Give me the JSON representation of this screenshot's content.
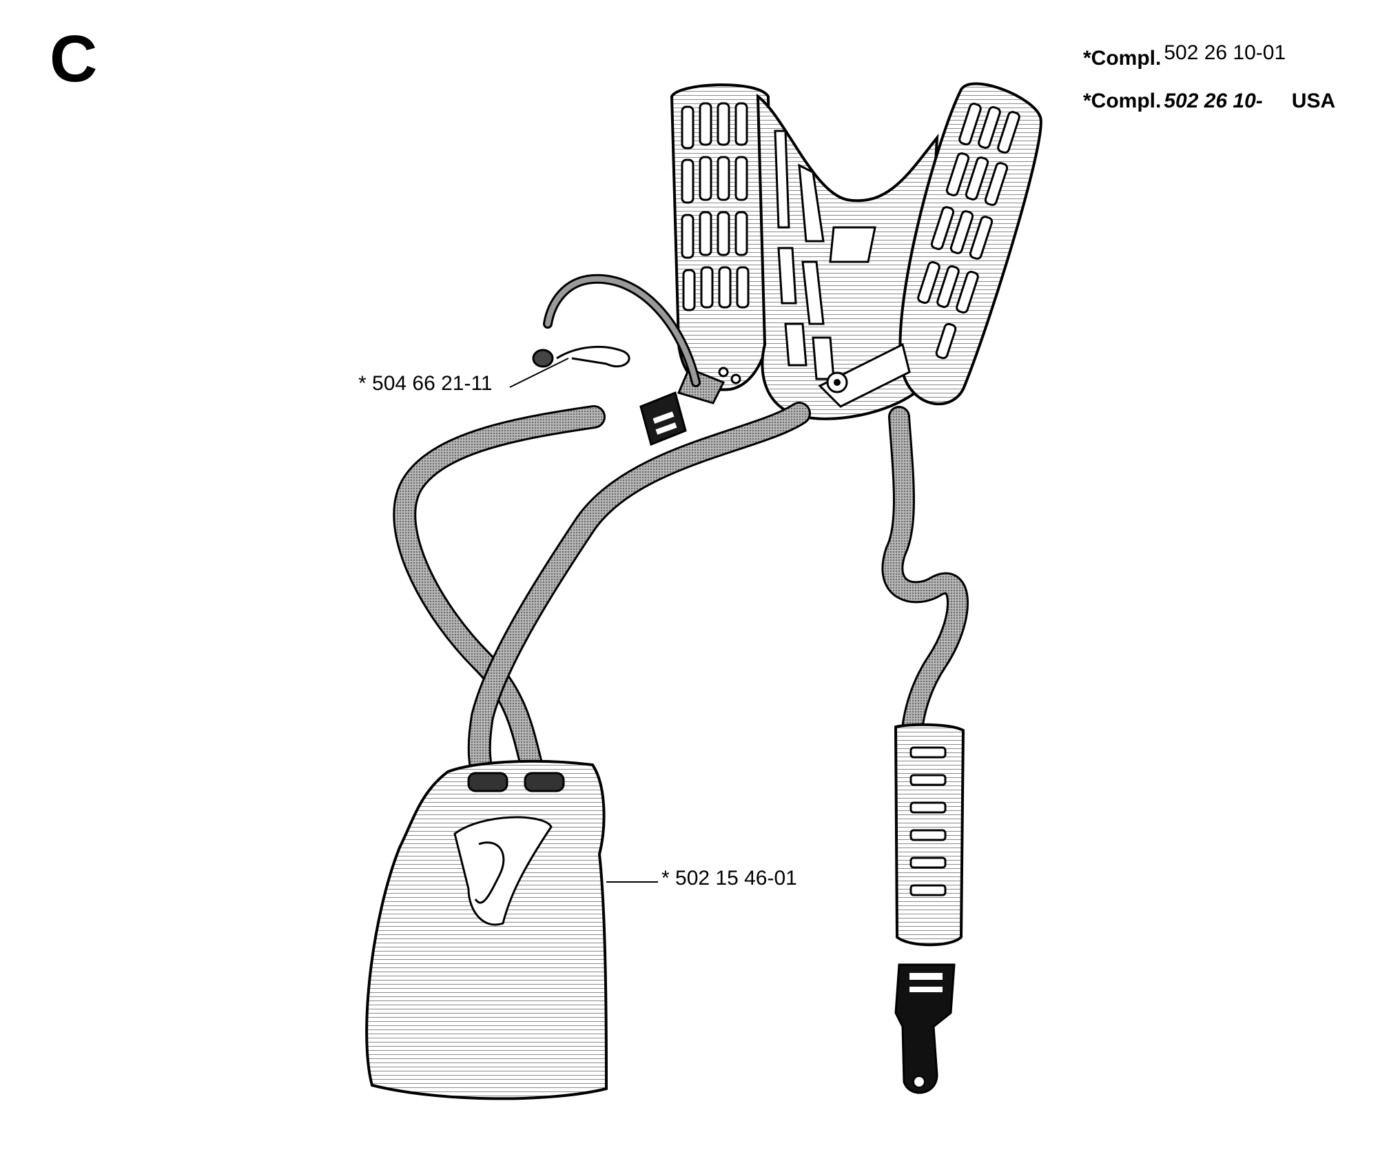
{
  "section_letter": "C",
  "complete_sets": [
    {
      "prefix": "*Compl.",
      "part_number": "502 26 10-01",
      "region": ""
    },
    {
      "prefix": "*Compl.",
      "part_number": "502 26 10-",
      "region": "USA"
    }
  ],
  "parts": [
    {
      "id": "clip-pin",
      "label": "* 504 66 21-11"
    },
    {
      "id": "hip-pad",
      "label": "* 502 15 46-01"
    }
  ],
  "colors": {
    "ink": "#000000",
    "paper": "#ffffff",
    "hatch": "#8a8a8a",
    "strap": "#9a9a9a"
  },
  "icons": [
    "shoulder-harness-icon",
    "clip-pin-icon",
    "strap-buckle-icon",
    "hip-pad-icon",
    "adjuster-plate-icon",
    "lock-buckle-icon"
  ]
}
